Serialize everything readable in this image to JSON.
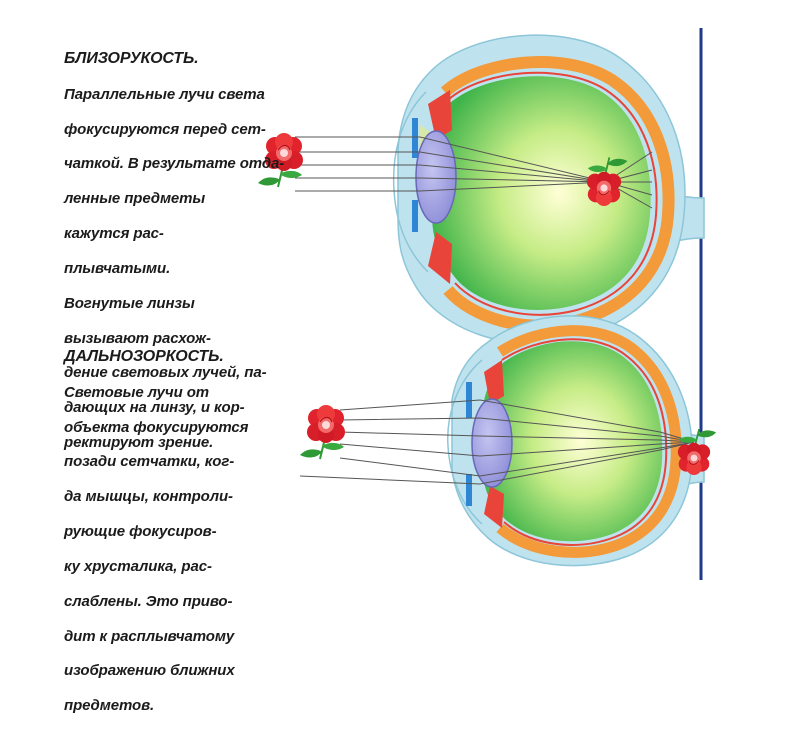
{
  "myopia": {
    "heading": "БЛИЗОРУКОСТЬ.",
    "lines": [
      "Параллельные лучи света",
      "фокусируются перед сет-",
      "чаткой. В результате отда-",
      "ленные предметы",
      "кажутся рас-",
      "плывчатыми.",
      "Вогнутые линзы",
      "вызывают расхож-",
      "дение световых лучей, па-",
      "дающих на линзу, и кор-",
      "ректируют зрение."
    ]
  },
  "hyperopia": {
    "heading": "ДАЛЬНОЗОРКОСТЬ.",
    "lines": [
      "Световые лучи от",
      "объекта фокусируются",
      "позади сетчатки, ког-",
      "да мышцы, контроли-",
      "рующие фокусиров-",
      "ку хрусталика, рас-",
      "слаблены. Это приво-",
      "дит к расплывчатому",
      "изображению ближних",
      "предметов."
    ]
  },
  "colors": {
    "sclera_outer": "#bfe3ee",
    "sclera_stroke": "#8cc6d8",
    "choroid": "#f39a3a",
    "retina_red": "#e8443a",
    "vitreous_center": "#ffffc8",
    "vitreous_edge": "#3fb44a",
    "lens": "#9f9fe0",
    "lens_stroke": "#6868b8",
    "iris_blue": "#2f86d4",
    "ray": "#555555",
    "flower": "#e0232d",
    "leaf": "#2f9a35",
    "divider": "#1f3a8a"
  }
}
